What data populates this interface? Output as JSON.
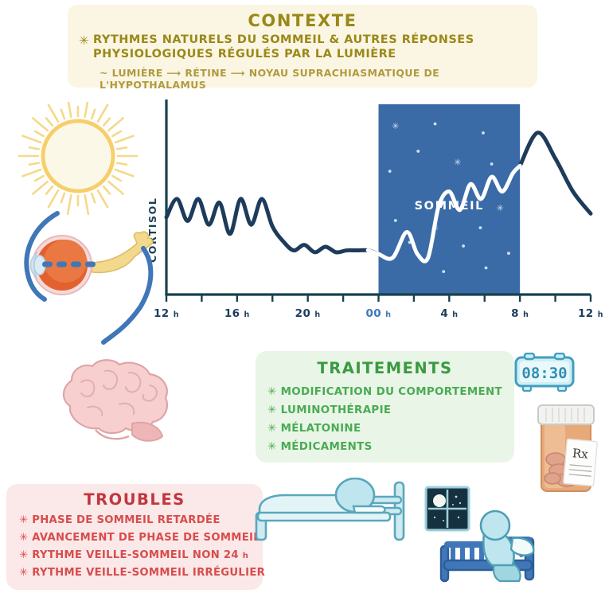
{
  "contexte": {
    "title": "CONTEXTE",
    "bullet_marker": "✳",
    "line1": "RYTHMES NATURELS DU SOMMEIL & AUTRES RÉPONSES",
    "line2": "PHYSIOLOGIQUES RÉGULÉS PAR LA LUMIÈRE",
    "sub": "~ LUMIÈRE ⟶ RÉTINE ⟶ NOYAU SUPRACHIASMATIQUE DE L'HYPOTHALAMUS",
    "bg_color": "#faf6e3",
    "text_color": "#9a8818",
    "sub_color": "#b09a3e"
  },
  "chart_data": {
    "type": "line",
    "title": "",
    "ylabel": "CORTISOL",
    "xlabel": "",
    "grid": false,
    "legend": "none",
    "night_band": {
      "label": "SOMMEIL",
      "start_hour": "00 h",
      "end_hour": "8 h",
      "fill_color": "#3a6ba6",
      "star_color": "#cfe0f2"
    },
    "line_color_day": "#1d3c5c",
    "line_color_night": "#ffffff",
    "axis_color": "#17414e",
    "xtick_labels": [
      "12 h",
      "16 h",
      "20 h",
      "00 h",
      "4 h",
      "8 h",
      "12 h"
    ],
    "xtick_hours": [
      12,
      16,
      20,
      24,
      28,
      32,
      36
    ],
    "xlim": [
      12,
      36
    ],
    "ylim": [
      0,
      1
    ],
    "series": [
      {
        "name": "Cortisol",
        "x": [
          12.0,
          12.6,
          13.2,
          13.8,
          14.4,
          15.0,
          15.6,
          16.2,
          16.8,
          17.4,
          18.0,
          18.6,
          19.2,
          19.8,
          20.4,
          21.0,
          21.6,
          22.2,
          22.8,
          23.4,
          24.0,
          24.8,
          25.6,
          26.2,
          26.8,
          27.4,
          28.0,
          28.6,
          29.2,
          29.8,
          30.4,
          31.0,
          31.6,
          32.0,
          33.0,
          34.0,
          35.0,
          36.0
        ],
        "y": [
          0.42,
          0.52,
          0.4,
          0.52,
          0.38,
          0.5,
          0.33,
          0.52,
          0.38,
          0.52,
          0.37,
          0.29,
          0.24,
          0.27,
          0.23,
          0.26,
          0.23,
          0.24,
          0.24,
          0.24,
          0.22,
          0.2,
          0.34,
          0.22,
          0.2,
          0.48,
          0.56,
          0.46,
          0.6,
          0.52,
          0.64,
          0.56,
          0.66,
          0.7,
          0.88,
          0.74,
          0.56,
          0.44
        ]
      }
    ]
  },
  "traitements": {
    "title": "TRAITEMENTS",
    "bullet_marker": "✳",
    "bg_color": "#e9f5e6",
    "title_color": "#3a9a41",
    "text_color": "#4aab55",
    "items": [
      "MODIFICATION DU COMPORTEMENT",
      "LUMINOTHÉRAPIE",
      "MÉLATONINE",
      "MÉDICAMENTS"
    ]
  },
  "troubles": {
    "title": "TROUBLES",
    "bullet_marker": "✳",
    "bg_color": "#fbe8e8",
    "title_color": "#c0373f",
    "text_color": "#d84c4c",
    "items": [
      "PHASE DE SOMMEIL RETARDÉE",
      "AVANCEMENT DE PHASE DE SOMMEIL",
      "RYTHME VEILLE-SOMMEIL NON 24 h",
      "RYTHME VEILLE-SOMMEIL IRRÉGULIER"
    ]
  },
  "illustrations": {
    "sun": "sun-icon",
    "eye": "eye-optic-nerve-icon",
    "brain": "brain-icon",
    "pathway_arrow": "blue-pathway-arrow",
    "alarm_clock": {
      "name": "alarm-clock-icon",
      "display": "08:30"
    },
    "pill_bottle": {
      "name": "pill-bottle-icon",
      "label": "Rx"
    },
    "sleeping_person": "person-sleeping-in-bed-icon",
    "night_window": "night-window-moon-icon",
    "sitting_person": "person-sitting-on-bed-icon"
  }
}
